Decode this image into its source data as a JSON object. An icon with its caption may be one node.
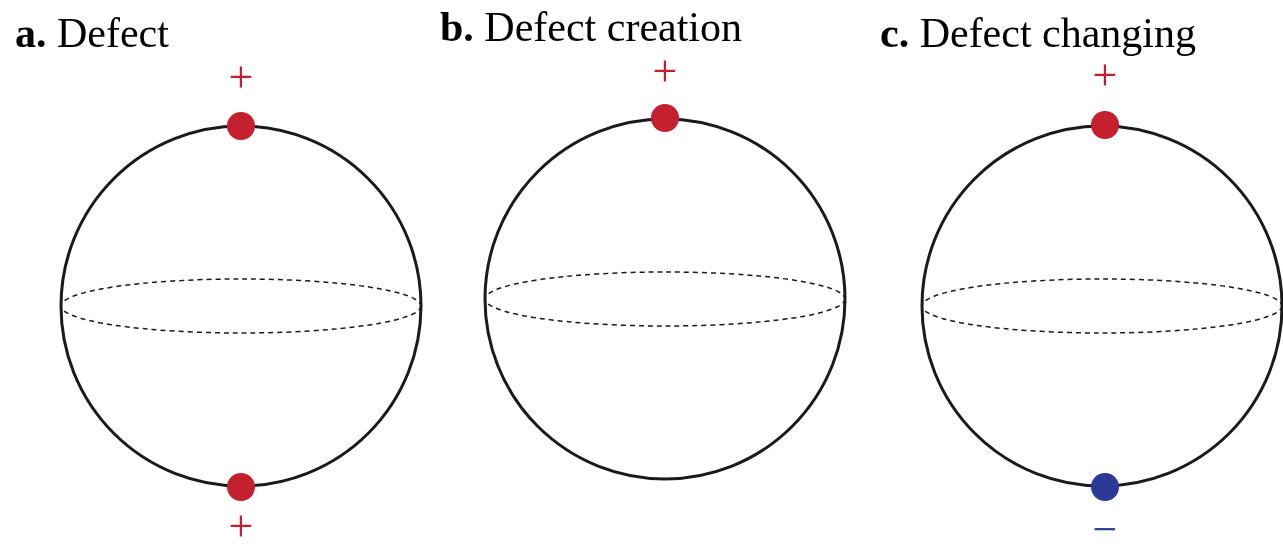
{
  "diagram": {
    "nodes": [
      {
        "text": [
          "**a.** Defect"
        ]
      },
      {
        "text": [],
        "shape": "circle",
        "beside": [
          "+"
        ]
      },
      {
        "text": [],
        "shape": "circle",
        "beside": [
          "+"
        ]
      },
      {
        "text": [
          "**b.** Defect creation"
        ]
      },
      {
        "text": [],
        "shape": "circle",
        "beside": [
          "+"
        ]
      },
      {
        "text": [
          "**c.** Defect changing"
        ]
      },
      {
        "text": [],
        "shape": "circle",
        "beside": [
          "+"
        ]
      },
      {
        "text": [],
        "shape": "circle",
        "beside": [
          "−"
        ]
      }
    ]
  }
}
